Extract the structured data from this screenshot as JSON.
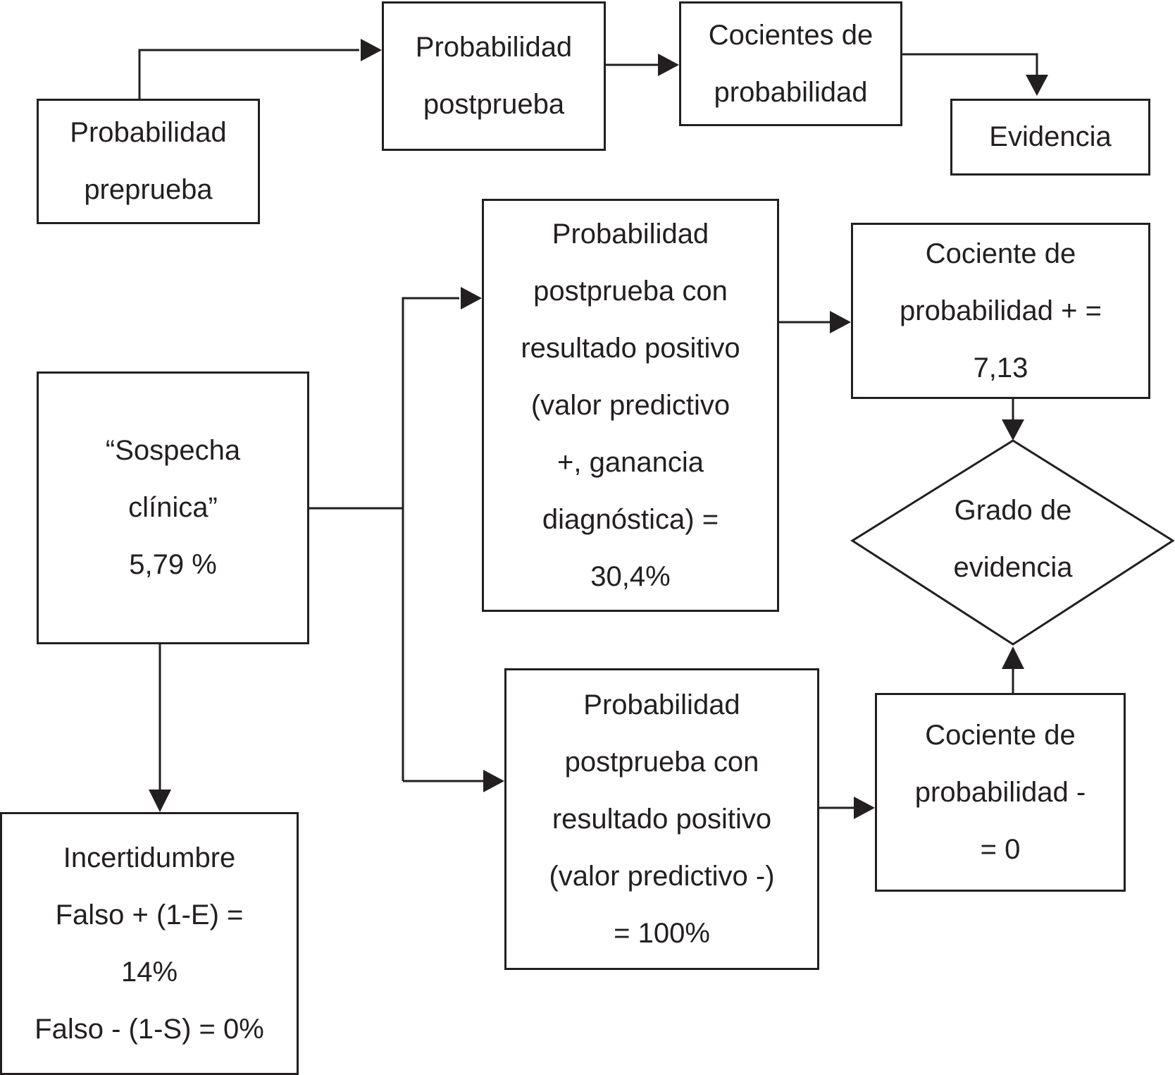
{
  "colors": {
    "stroke": "#231f20",
    "background": "#ffffff"
  },
  "legend_flow": {
    "pretest": [
      "Probabilidad",
      "preprueba"
    ],
    "posttest": [
      "Probabilidad",
      "postprueba"
    ],
    "likelihood_ratios": [
      "Cocientes de",
      "probabilidad"
    ],
    "evidence": [
      "Evidencia"
    ]
  },
  "main_flow": {
    "clinical_suspicion": [
      "“Sospecha",
      "clínica”",
      "5,79 %"
    ],
    "posttest_positive": [
      "Probabilidad",
      "postprueba con",
      "resultado positivo",
      "(valor predictivo",
      "+, ganancia",
      "diagnóstica) =",
      "30,4%"
    ],
    "likelihood_ratio_positive": [
      "Cociente de",
      "probabilidad + =",
      "7,13"
    ],
    "evidence_grade": [
      "Grado de",
      "evidencia"
    ],
    "posttest_negative": [
      "Probabilidad",
      "postprueba con",
      "resultado positivo",
      "(valor predictivo -)",
      "= 100%"
    ],
    "likelihood_ratio_negative": [
      "Cociente de",
      "probabilidad -",
      "= 0"
    ],
    "uncertainty": [
      "Incertidumbre",
      "Falso + (1-E) =",
      "14%",
      "Falso - (1-S) = 0%"
    ]
  }
}
